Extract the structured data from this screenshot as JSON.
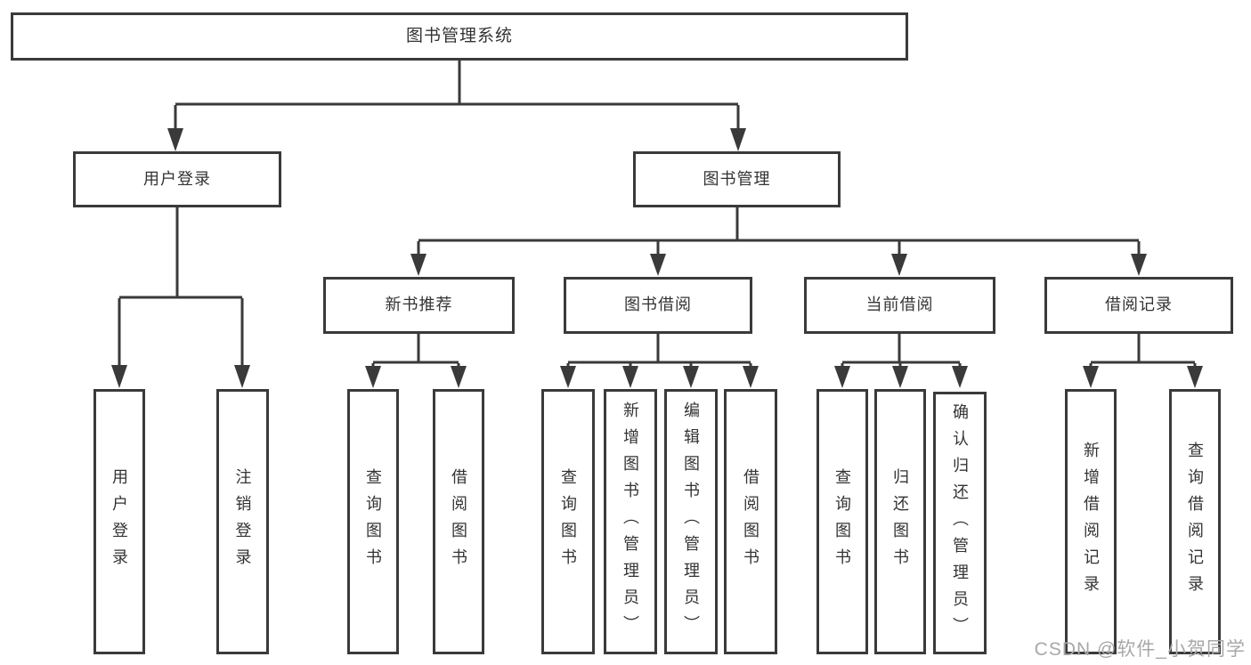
{
  "diagram": {
    "root": {
      "label": "图书管理系统"
    },
    "level2": {
      "user_login": {
        "label": "用户登录",
        "children": {
          "login": {
            "label": "用户登录"
          },
          "logout": {
            "label": "注销登录"
          }
        }
      },
      "book_management": {
        "label": "图书管理",
        "children": {
          "new_book": {
            "label": "新书推荐",
            "children": {
              "query_book": {
                "label": "查询图书"
              },
              "borrow_book": {
                "label": "借阅图书"
              }
            }
          },
          "book_borrow": {
            "label": "图书借阅",
            "children": {
              "query_book": {
                "label": "查询图书"
              },
              "add_book": {
                "label": "新增图书（管理员）"
              },
              "edit_book": {
                "label": "编辑图书（管理员）"
              },
              "borrow_book": {
                "label": "借阅图书"
              }
            }
          },
          "current_borrow": {
            "label": "当前借阅",
            "children": {
              "query_book": {
                "label": "查询图书"
              },
              "return_book": {
                "label": "归还图书"
              },
              "confirm_return": {
                "label": "确认归还（管理员）"
              }
            }
          },
          "borrow_records": {
            "label": "借阅记录",
            "children": {
              "add_record": {
                "label": "新增借阅记录"
              },
              "query_record": {
                "label": "查询借阅记录"
              }
            }
          }
        }
      }
    }
  },
  "watermark": {
    "text": "CSDN @软件_小贺同学"
  },
  "colors": {
    "line": "#3a3a3a",
    "text": "#333333",
    "background": "#ffffff"
  }
}
